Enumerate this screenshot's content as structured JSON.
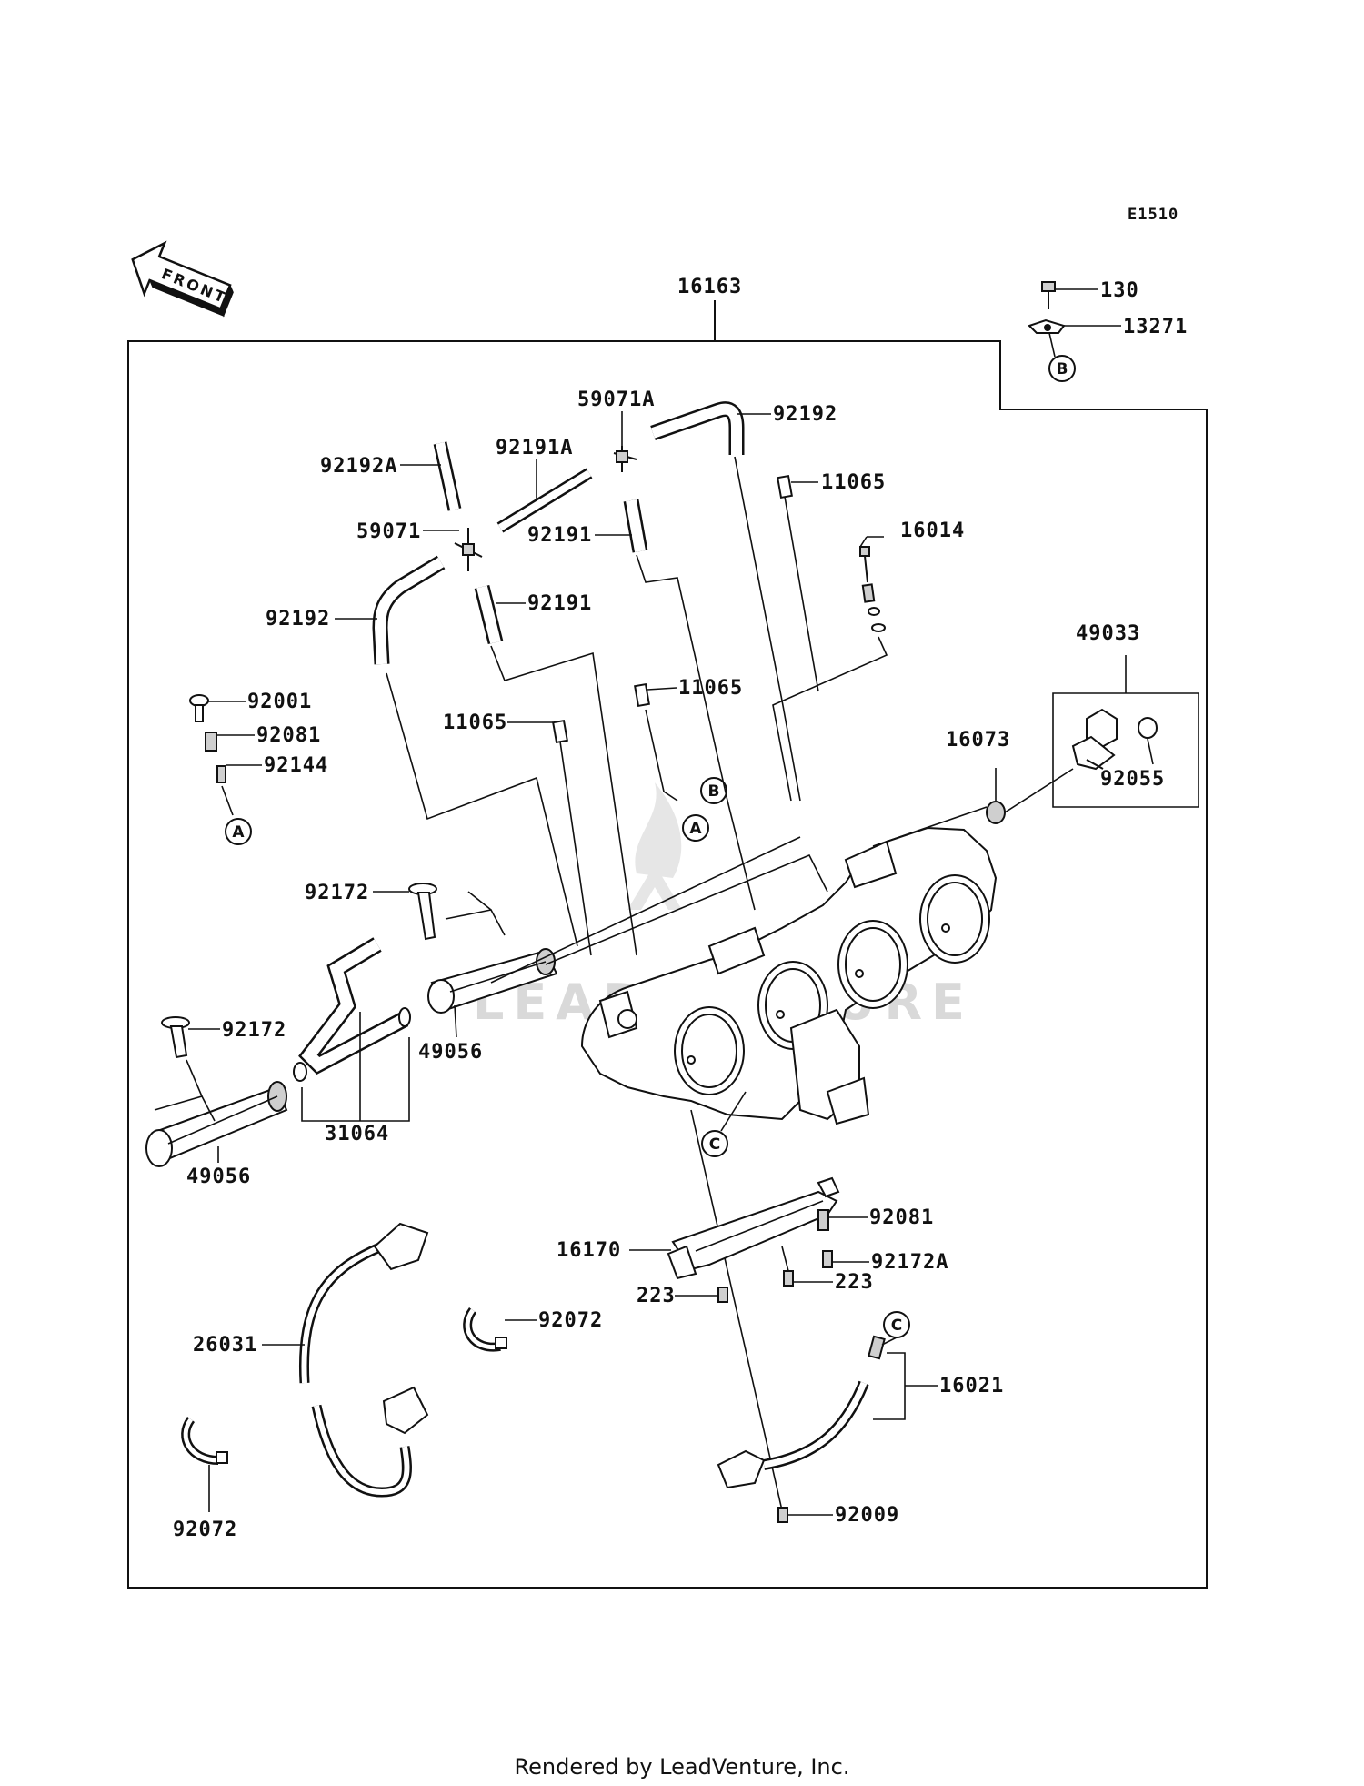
{
  "diagram_code": "E1510",
  "front_label": "FRONT",
  "footer": "Rendered by LeadVenture, Inc.",
  "watermark": "LEADVENTURE",
  "callouts": {
    "A": "A",
    "B": "B",
    "C": "C"
  },
  "parts": [
    {
      "id": "p16163",
      "label": "16163"
    },
    {
      "id": "p130",
      "label": "130"
    },
    {
      "id": "p13271",
      "label": "13271"
    },
    {
      "id": "p59071A",
      "label": "59071A"
    },
    {
      "id": "p92192_top",
      "label": "92192"
    },
    {
      "id": "p92192A",
      "label": "92192A"
    },
    {
      "id": "p92191A",
      "label": "92191A"
    },
    {
      "id": "p11065_a",
      "label": "11065"
    },
    {
      "id": "p59071",
      "label": "59071"
    },
    {
      "id": "p92191_a",
      "label": "92191"
    },
    {
      "id": "p16014",
      "label": "16014"
    },
    {
      "id": "p92192_left",
      "label": "92192"
    },
    {
      "id": "p92191_b",
      "label": "92191"
    },
    {
      "id": "p49033",
      "label": "49033"
    },
    {
      "id": "p92001",
      "label": "92001"
    },
    {
      "id": "p11065_b",
      "label": "11065"
    },
    {
      "id": "p92081_a",
      "label": "92081"
    },
    {
      "id": "p11065_c",
      "label": "11065"
    },
    {
      "id": "p16073",
      "label": "16073"
    },
    {
      "id": "p92144",
      "label": "92144"
    },
    {
      "id": "p92055",
      "label": "92055"
    },
    {
      "id": "p92172_a",
      "label": "92172"
    },
    {
      "id": "p92172_b",
      "label": "92172"
    },
    {
      "id": "p49056_a",
      "label": "49056"
    },
    {
      "id": "p31064",
      "label": "31064"
    },
    {
      "id": "p49056_b",
      "label": "49056"
    },
    {
      "id": "p92081_b",
      "label": "92081"
    },
    {
      "id": "p16170",
      "label": "16170"
    },
    {
      "id": "p92172A",
      "label": "92172A"
    },
    {
      "id": "p223_a",
      "label": "223"
    },
    {
      "id": "p223_b",
      "label": "223"
    },
    {
      "id": "p92072_a",
      "label": "92072"
    },
    {
      "id": "p26031",
      "label": "26031"
    },
    {
      "id": "p16021",
      "label": "16021"
    },
    {
      "id": "p92009",
      "label": "92009"
    },
    {
      "id": "p92072_b",
      "label": "92072"
    }
  ]
}
